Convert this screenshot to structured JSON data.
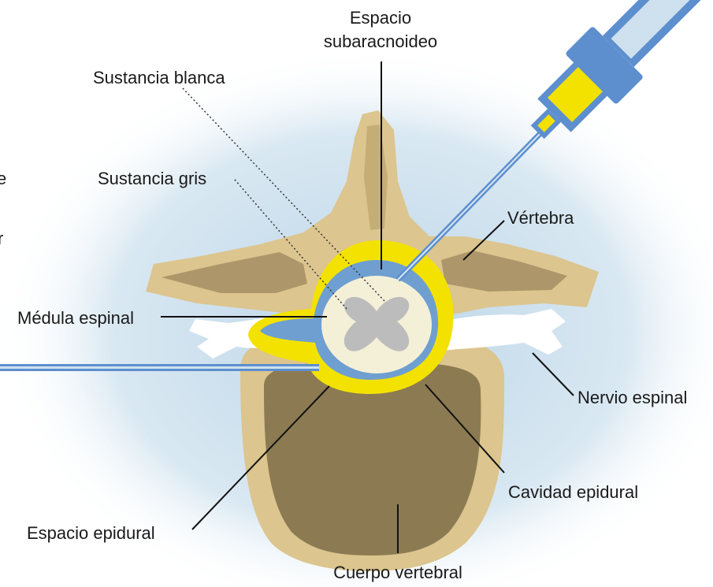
{
  "labels": {
    "espacio_sub_1": "Espacio",
    "espacio_sub_2": "subaracnoideo",
    "sustancia_blanca": "Sustancia blanca",
    "sustancia_gris": "Sustancia gris",
    "vertebra": "Vértebra",
    "medula": "Médula espinal",
    "nervio": "Nervio espinal",
    "cavidad": "Cavidad epidural",
    "espacio_epidural": "Espacio epidural",
    "cuerpo": "Cuerpo vertebral",
    "cut_e": "e",
    "cut_r": "r"
  },
  "colors": {
    "bone": "#dcc58e",
    "bone_dark": "#ad976a",
    "body": "#8c7b52",
    "dura_yellow": "#f3e200",
    "csf_blue": "#6f9fd0",
    "cord": "#f4f0d8",
    "grey_matter": "#bcbcbc",
    "nerve": "#ffffff",
    "glow": "#cfe1ee",
    "syringe_blue": "#5d8fcf",
    "syringe_yellow": "#f3e200"
  }
}
